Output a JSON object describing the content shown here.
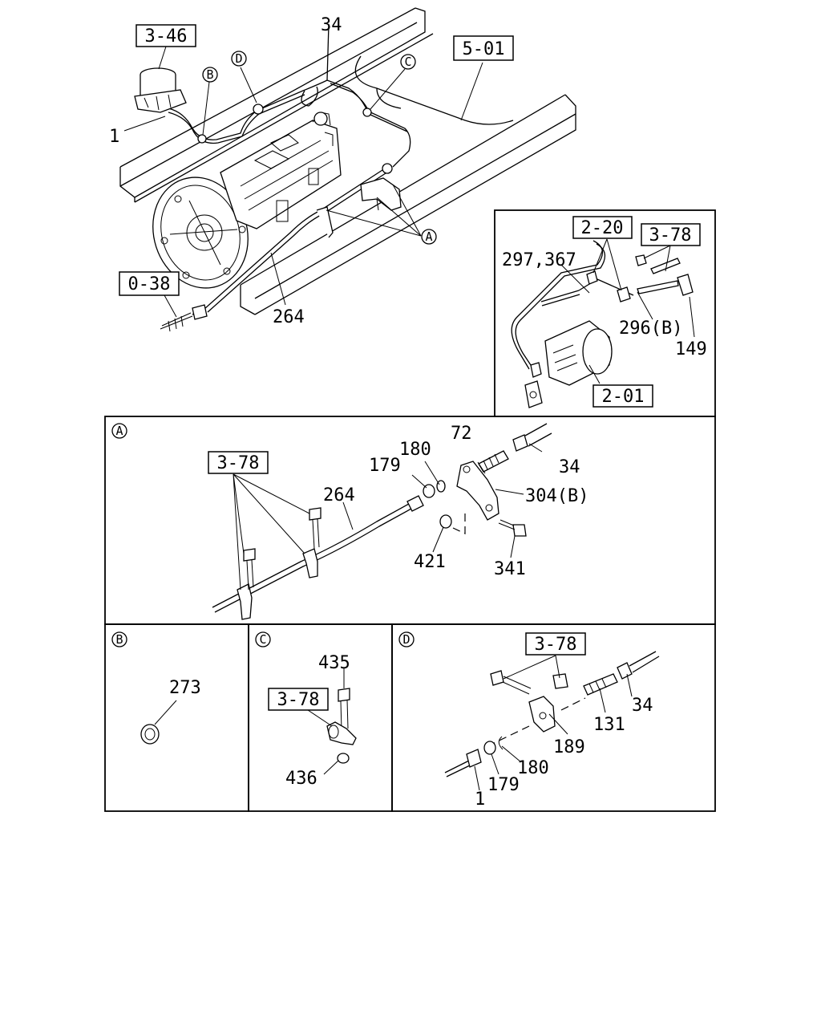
{
  "main": {
    "labels": {
      "l34": "34",
      "l1": "1",
      "l264": "264"
    },
    "refs": {
      "r346": "3-46",
      "r501": "5-01",
      "r038": "0-38"
    },
    "callouts": {
      "b": "B",
      "d": "D",
      "c": "C",
      "a": "A"
    }
  },
  "inset": {
    "labels": {
      "l297": "297,367",
      "l296": "296(B)",
      "l149": "149"
    },
    "refs": {
      "r220": "2-20",
      "r378": "3-78",
      "r201": "2-01"
    }
  },
  "detail_a": {
    "callout": "A",
    "ref": "3-78",
    "labels": {
      "l72": "72",
      "l180": "180",
      "l179": "179",
      "l34": "34",
      "l264": "264",
      "l304": "304(B)",
      "l421": "421",
      "l341": "341"
    }
  },
  "detail_b": {
    "callout": "B",
    "labels": {
      "l273": "273"
    }
  },
  "detail_c": {
    "callout": "C",
    "ref": "3-78",
    "labels": {
      "l435": "435",
      "l436": "436"
    }
  },
  "detail_d": {
    "callout": "D",
    "ref": "3-78",
    "labels": {
      "l34": "34",
      "l131": "131",
      "l189": "189",
      "l180": "180",
      "l179": "179",
      "l1": "1"
    }
  }
}
